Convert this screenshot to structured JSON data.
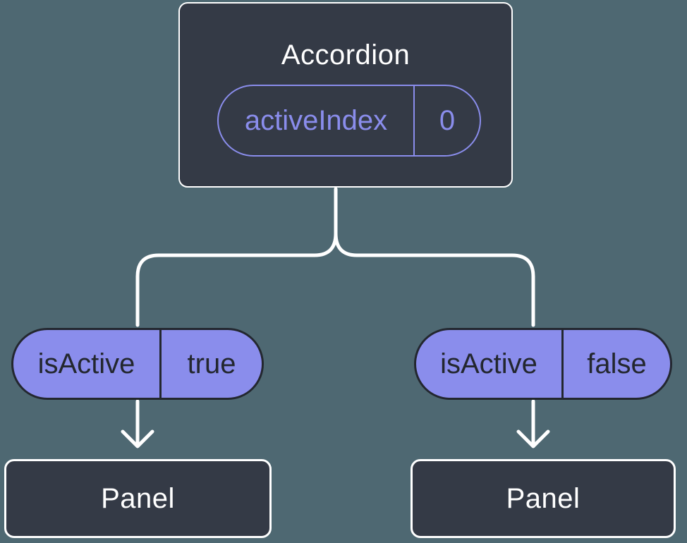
{
  "colors": {
    "background": "#4E6872",
    "node_fill": "#343A46",
    "node_border": "#FFFFFF",
    "accent_purple": "#8A8DEC",
    "pill_dark_text": "#23272F",
    "connector_white": "#FFFFFF"
  },
  "tree": {
    "root": {
      "title": "Accordion",
      "prop": {
        "name": "activeIndex",
        "value": "0"
      }
    },
    "children": [
      {
        "prop": {
          "name": "isActive",
          "value": "true"
        },
        "node": {
          "title": "Panel"
        }
      },
      {
        "prop": {
          "name": "isActive",
          "value": "false"
        },
        "node": {
          "title": "Panel"
        }
      }
    ]
  }
}
